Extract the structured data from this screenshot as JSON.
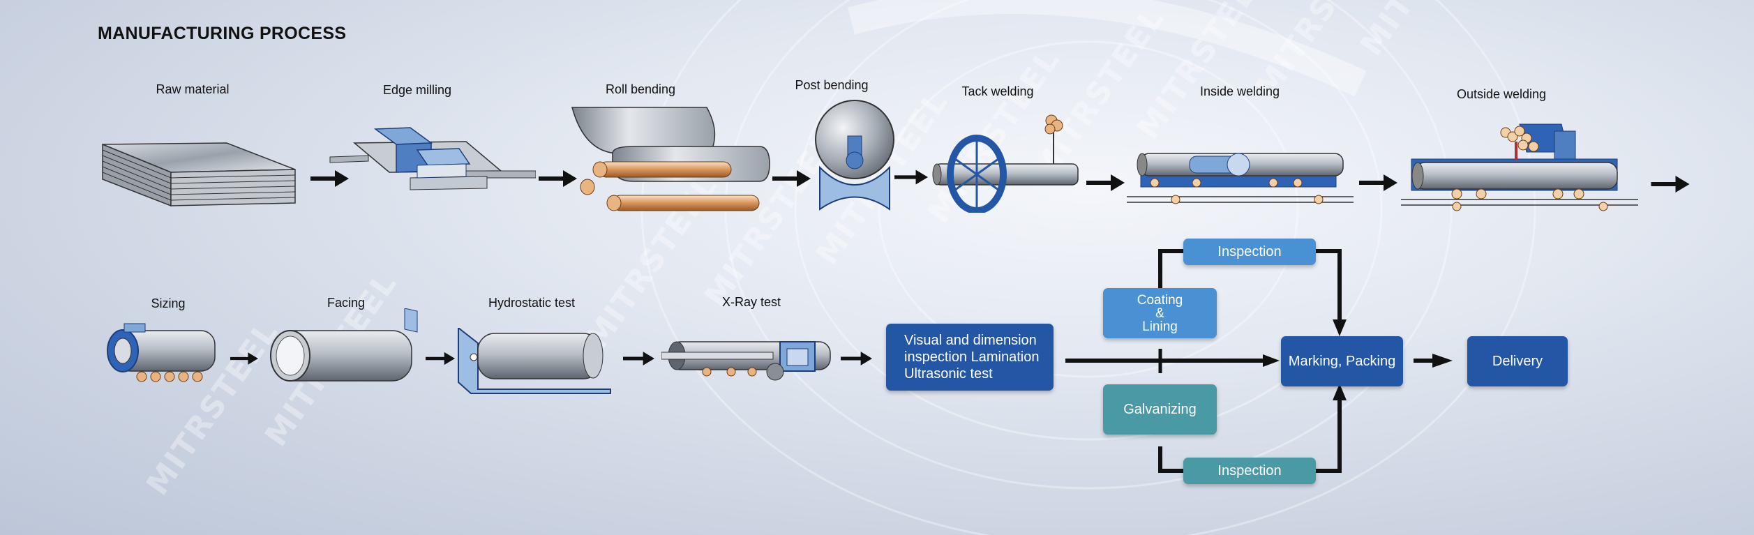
{
  "title": "MANUFACTURING PROCESS",
  "watermark": "MITRSTEEL",
  "row1": [
    {
      "label": "Raw material"
    },
    {
      "label": "Edge milling"
    },
    {
      "label": "Roll bending"
    },
    {
      "label": "Post bending"
    },
    {
      "label": "Tack welding"
    },
    {
      "label": "Inside welding"
    },
    {
      "label": "Outside welding"
    }
  ],
  "row2": [
    {
      "label": "Sizing"
    },
    {
      "label": "Facing"
    },
    {
      "label": "Hydrostatic test"
    },
    {
      "label": "X-Ray test"
    }
  ],
  "boxes": {
    "inspection_line1": "Visual and dimension",
    "inspection_line2": "inspection Lamination",
    "inspection_line3": "Ultrasonic test",
    "inspection_top": "Inspection",
    "coating_line1": "Coating",
    "coating_line2": "&",
    "coating_line3": "Lining",
    "galvanizing": "Galvanizing",
    "inspection_bottom": "Inspection",
    "marking": "Marking, Packing",
    "delivery": "Delivery"
  },
  "colors": {
    "dark_box": "#2456a6",
    "light_box": "#4a91d3",
    "teal_box": "#4a9aa6"
  }
}
